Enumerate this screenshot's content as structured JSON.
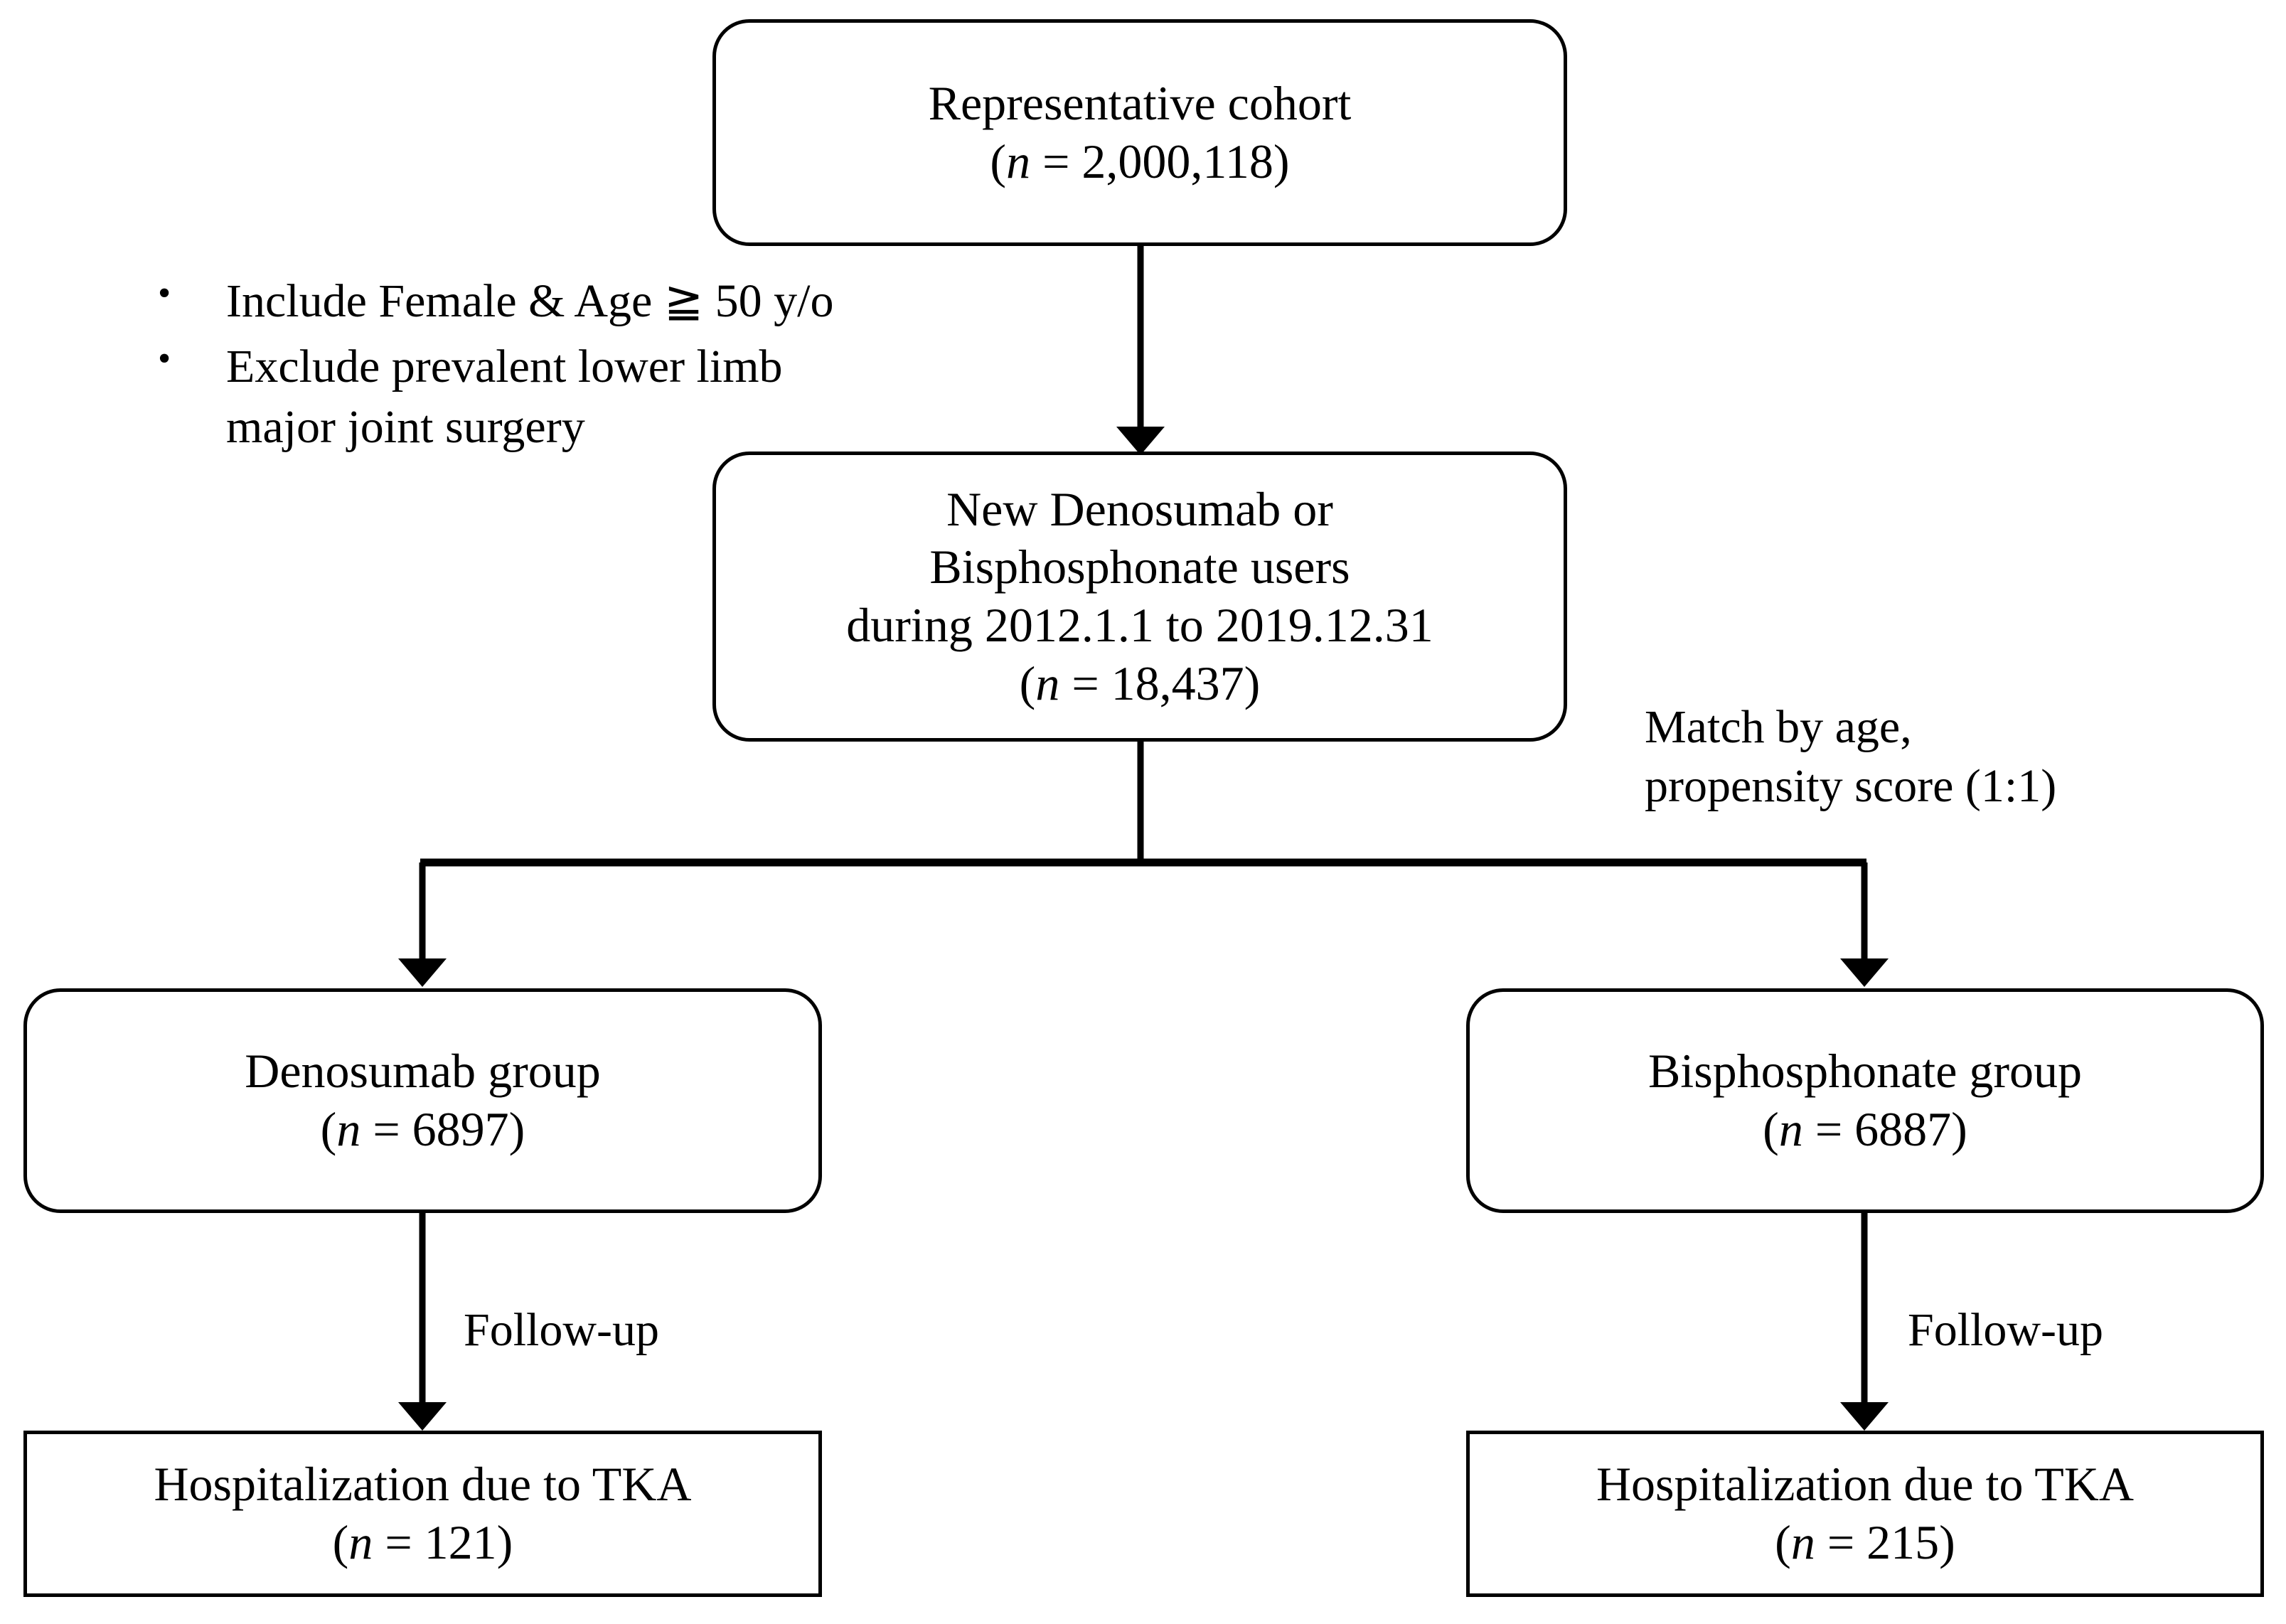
{
  "figure": {
    "type": "study-flow-diagram",
    "background_color": "#ffffff",
    "line_color": "#000000"
  },
  "nodes": {
    "cohort": {
      "line1": "Representative cohort",
      "n_prefix": "(",
      "n_symbol": "n",
      "n_value": " = 2,000,118)"
    },
    "new_users": {
      "line1": "New Denosumab or",
      "line2": "Bisphosphonate users",
      "line3": "during 2012.1.1 to 2019.12.31",
      "n_prefix": "(",
      "n_symbol": "n",
      "n_value": " = 18,437)"
    },
    "denosumab_group": {
      "line1": "Denosumab group",
      "n_prefix": "(",
      "n_symbol": "n",
      "n_value": " = 6897)"
    },
    "bisphosphonate_group": {
      "line1": "Bisphosphonate group",
      "n_prefix": "(",
      "n_symbol": "n",
      "n_value": " = 6887)"
    },
    "denosumab_tka": {
      "line1": "Hospitalization due to TKA",
      "n_prefix": "(",
      "n_symbol": "n",
      "n_value": " = 121)"
    },
    "bisphosphonate_tka": {
      "line1": "Hospitalization due to TKA",
      "n_prefix": "(",
      "n_symbol": "n",
      "n_value": " = 215)"
    }
  },
  "criteria": {
    "bullet_glyph": "•",
    "items": [
      "Include Female & Age ≧ 50 y/o",
      "Exclude prevalent lower limb\nmajor joint surgery"
    ]
  },
  "edge_labels": {
    "match": "Match by age,\npropensity score (1:1)",
    "follow_up_left": "Follow-up",
    "follow_up_right": "Follow-up"
  }
}
